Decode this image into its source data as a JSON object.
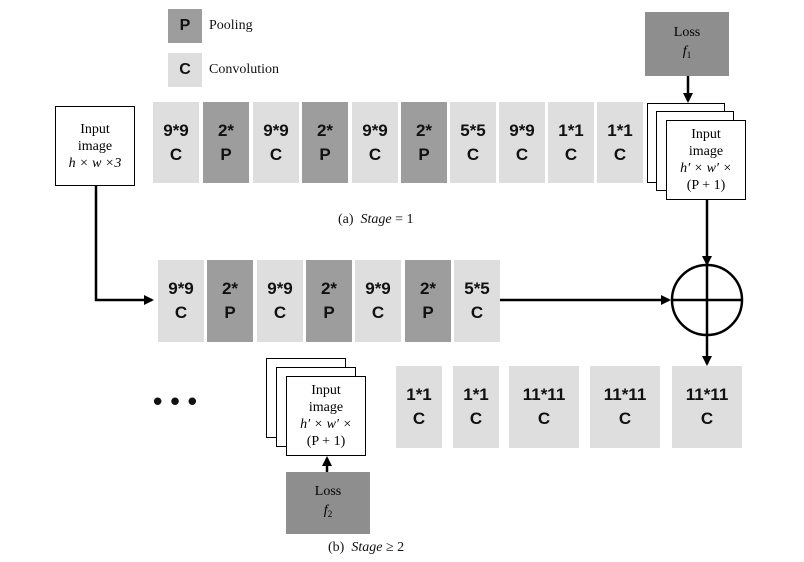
{
  "legend": [
    {
      "key": "P",
      "label": "Pooling",
      "color": "#9d9d9d"
    },
    {
      "key": "C",
      "label": "Convolution",
      "color": "#dedede"
    }
  ],
  "stage1": {
    "input": [
      "Input",
      "image",
      "h × w ×3"
    ],
    "layers": [
      {
        "size": "9*9",
        "type": "C"
      },
      {
        "size": "2*",
        "type": "P"
      },
      {
        "size": "9*9",
        "type": "C"
      },
      {
        "size": "2*",
        "type": "P"
      },
      {
        "size": "9*9",
        "type": "C"
      },
      {
        "size": "2*",
        "type": "P"
      },
      {
        "size": "5*5",
        "type": "C"
      },
      {
        "size": "9*9",
        "type": "C"
      },
      {
        "size": "1*1",
        "type": "C"
      },
      {
        "size": "1*1",
        "type": "C"
      }
    ],
    "output": [
      "Input",
      "image",
      "h′ × w′ ×",
      "(P + 1)"
    ],
    "loss": {
      "label": "Loss",
      "fn": "f",
      "sub": "1"
    },
    "caption": {
      "prefix": "(a)",
      "stage": "Stage",
      "relation": "= 1"
    }
  },
  "stage2": {
    "layers": [
      {
        "size": "9*9",
        "type": "C"
      },
      {
        "size": "2*",
        "type": "P"
      },
      {
        "size": "9*9",
        "type": "C"
      },
      {
        "size": "2*",
        "type": "P"
      },
      {
        "size": "9*9",
        "type": "C"
      },
      {
        "size": "2*",
        "type": "P"
      },
      {
        "size": "5*5",
        "type": "C"
      }
    ],
    "tail_layers": [
      {
        "size": "1*1",
        "type": "C"
      },
      {
        "size": "1*1",
        "type": "C"
      },
      {
        "size": "11*11",
        "type": "C"
      },
      {
        "size": "11*11",
        "type": "C"
      },
      {
        "size": "11*11",
        "type": "C"
      }
    ],
    "input": [
      "Input",
      "image",
      "h′ × w′ ×",
      "(P + 1)"
    ],
    "loss": {
      "label": "Loss",
      "fn": "f",
      "sub": "2"
    },
    "ellipsis": "•••",
    "caption": {
      "prefix": "(b)",
      "stage": "Stage",
      "relation": "≥ 2"
    }
  }
}
